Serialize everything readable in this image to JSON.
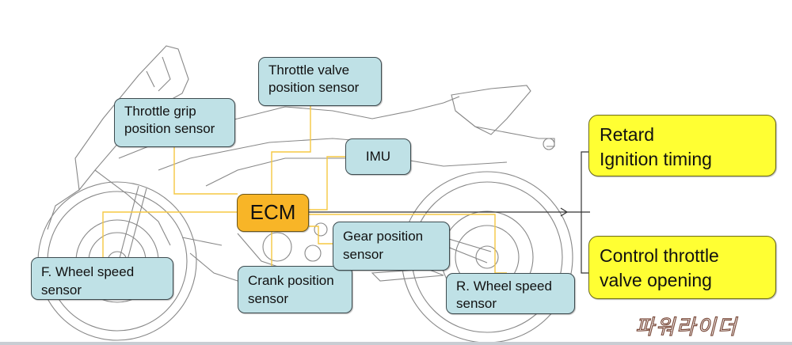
{
  "diagram": {
    "title_visible": false,
    "subject": "motorcycle-line-drawing",
    "controller": {
      "label": "ECM",
      "color": "#f8b527"
    },
    "sensors": [
      {
        "id": "throttle-grip",
        "lines": [
          "Throttle grip",
          "position sensor"
        ]
      },
      {
        "id": "throttle-valve",
        "lines": [
          "Throttle valve",
          "position sensor"
        ]
      },
      {
        "id": "imu",
        "lines": [
          "IMU"
        ]
      },
      {
        "id": "f-wheel",
        "lines": [
          "F. Wheel speed",
          "sensor"
        ]
      },
      {
        "id": "crank",
        "lines": [
          "Crank position",
          "sensor"
        ]
      },
      {
        "id": "gear",
        "lines": [
          "Gear position",
          "sensor"
        ]
      },
      {
        "id": "r-wheel",
        "lines": [
          "R. Wheel speed",
          "sensor"
        ]
      }
    ],
    "sensor_color": "#bfe1e6",
    "actions": [
      {
        "id": "retard-ignition",
        "lines": [
          "Retard",
          "Ignition timing"
        ]
      },
      {
        "id": "control-throttle",
        "lines": [
          "Control throttle",
          "valve opening"
        ]
      }
    ],
    "action_color": "#ffff33",
    "connector_color": "#f5c842",
    "watermark": "파워라이더"
  }
}
